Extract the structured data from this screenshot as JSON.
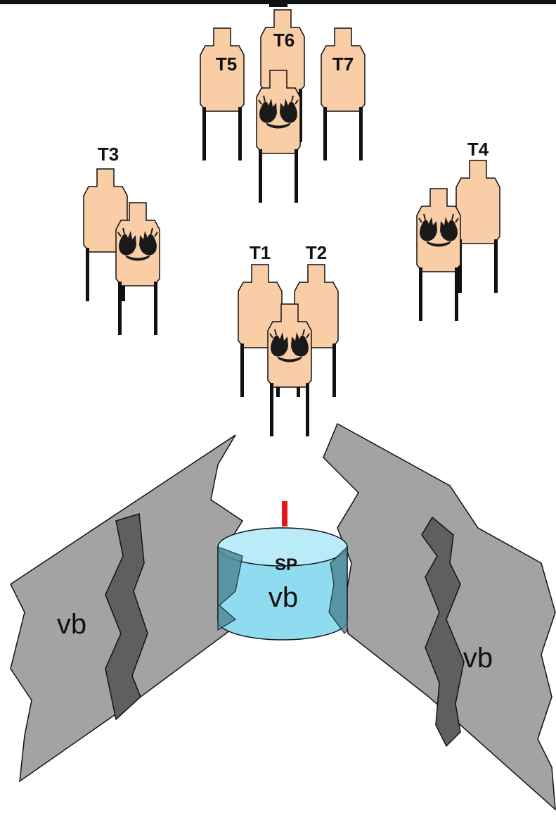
{
  "targets": [
    {
      "id": "t1",
      "label": "T1",
      "type": "plain"
    },
    {
      "id": "t2",
      "label": "T2",
      "type": "plain"
    },
    {
      "id": "t3",
      "label": "T3",
      "type": "plain"
    },
    {
      "id": "t4",
      "label": "T4",
      "type": "plain"
    },
    {
      "id": "t5",
      "label": "T5",
      "type": "plain"
    },
    {
      "id": "t6",
      "label": "T6",
      "type": "plain"
    },
    {
      "id": "t7",
      "label": "T7",
      "type": "plain"
    }
  ],
  "no_shoot_count": 4,
  "barriers": [
    {
      "id": "left-barrier",
      "label": "vb"
    },
    {
      "id": "center-barrel",
      "label": "vb"
    },
    {
      "id": "right-barrier",
      "label": "vb"
    }
  ],
  "start_position": {
    "label": "SP",
    "marker_color": "#e8161c"
  },
  "colors": {
    "target_fill": "#f9cda6",
    "barrier_fill": "#a3a3a3",
    "barrier_dark": "#5f5f5f",
    "barrel_fill": "#8fdcf1",
    "barrel_top": "#b9ecf8",
    "barrel_edge": "#4f8a9a",
    "border": "#111111"
  }
}
